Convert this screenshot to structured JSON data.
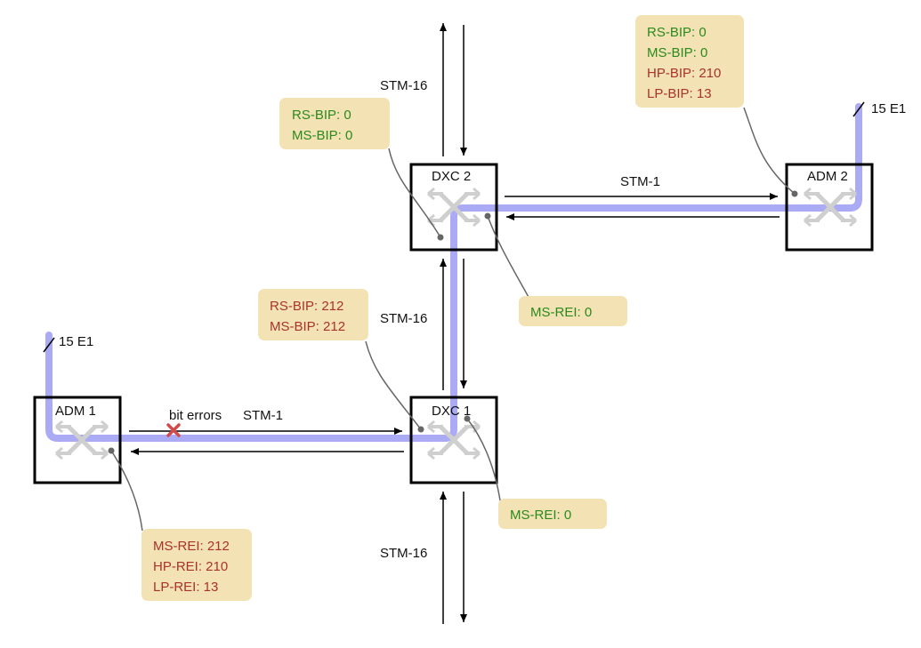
{
  "colors": {
    "ok": "#2a8a1e",
    "error": "#a8332c",
    "callout_bg": "#f3e2b3",
    "path": "#aaaaf5",
    "fault_marker": "#d24a4a",
    "leader": "#666666"
  },
  "nodes": {
    "adm1": {
      "label": "ADM 1"
    },
    "adm2": {
      "label": "ADM 2"
    },
    "dxc1": {
      "label": "DXC 1"
    },
    "dxc2": {
      "label": "DXC 2"
    }
  },
  "links": {
    "stm16_top": "STM-16",
    "stm16_mid": "STM-16",
    "stm16_bottom": "STM-16",
    "stm1_top": "STM-1",
    "stm1_bottom": "STM-1"
  },
  "tributaries": {
    "adm1": "15 E1",
    "adm2": "15 E1"
  },
  "fault": {
    "label": "bit errors",
    "icon": "cross-mark-icon"
  },
  "callouts": {
    "dxc2_in": [
      {
        "text": "RS-BIP: 0",
        "status": "ok"
      },
      {
        "text": "MS-BIP: 0",
        "status": "ok"
      }
    ],
    "adm2_in": [
      {
        "text": "RS-BIP: 0",
        "status": "ok"
      },
      {
        "text": "MS-BIP: 0",
        "status": "ok"
      },
      {
        "text": "HP-BIP: 210",
        "status": "error"
      },
      {
        "text": "LP-BIP: 13",
        "status": "error"
      }
    ],
    "dxc2_back": [
      {
        "text": "MS-REI: 0",
        "status": "ok"
      }
    ],
    "dxc1_in": [
      {
        "text": "RS-BIP: 212",
        "status": "error"
      },
      {
        "text": "MS-BIP: 212",
        "status": "error"
      }
    ],
    "dxc1_back": [
      {
        "text": "MS-REI: 0",
        "status": "ok"
      }
    ],
    "adm1_back": [
      {
        "text": "MS-REI: 212",
        "status": "error"
      },
      {
        "text": "HP-REI: 210",
        "status": "error"
      },
      {
        "text": "LP-REI: 13",
        "status": "error"
      }
    ]
  }
}
